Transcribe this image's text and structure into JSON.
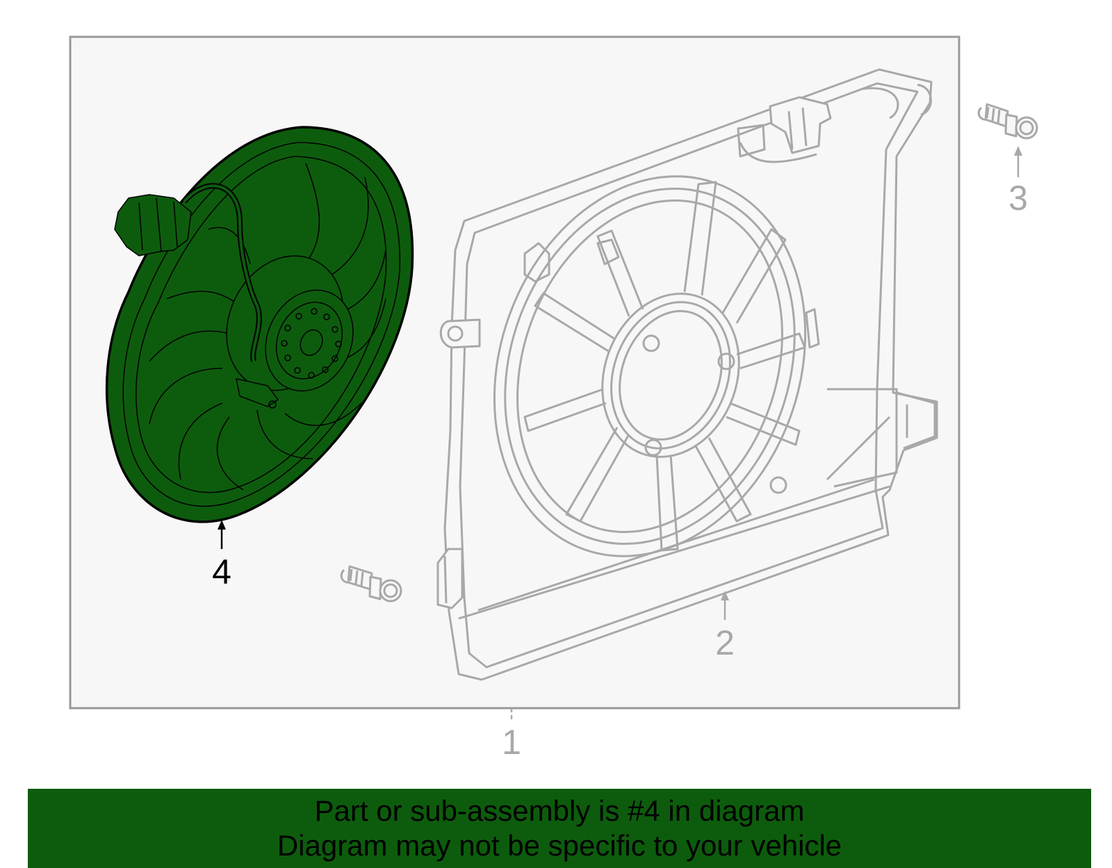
{
  "diagram": {
    "callouts": {
      "c1": "1",
      "c2": "2",
      "c3": "3",
      "c4": "4"
    },
    "colors": {
      "highlight": "#0d5c0d",
      "panel": "#f7f7f7",
      "panel_border": "#999999",
      "line_gray": "#a8a8a8",
      "line_dark": "#000000"
    }
  },
  "caption": {
    "line1": "Part or sub-assembly is #4 in diagram",
    "line2": "Diagram may not be specific to your vehicle"
  }
}
